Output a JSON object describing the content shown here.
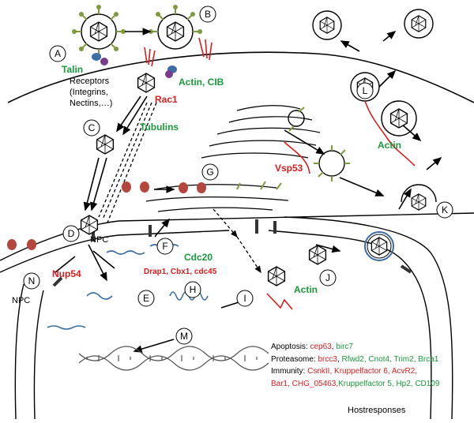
{
  "steps": [
    "A",
    "B",
    "C",
    "D",
    "E",
    "F",
    "G",
    "H",
    "I",
    "J",
    "K",
    "L",
    "M",
    "N"
  ],
  "labels": {
    "talin": "Talin",
    "receptors": [
      "Receptors",
      "(Integrins,",
      "Nectins,…)"
    ],
    "actin_cib": "Actin, CIB",
    "rac1": "Rac1",
    "tubulins": "Tubulins",
    "npc_d": "NPC",
    "npc_n": "NPC",
    "cdc20": "Cdc20",
    "drap": "Drap1, Cbx1, cdc45",
    "nup54": "Nup54",
    "vsp53": "Vsp53",
    "actin_j": "Actin",
    "actin_l": "Actin"
  },
  "legend": {
    "apoptosis": {
      "head": "Apoptosis: ",
      "red": [
        "cep63"
      ],
      "green": [
        "birc7"
      ]
    },
    "proteasome": {
      "head": "Proteasome: ",
      "red": [
        "brcc3"
      ],
      "green": [
        "Rfwd2",
        "Cnot4",
        "Trim2",
        "Brca1"
      ]
    },
    "immunity": {
      "head": "Immunity: ",
      "red_line1": "CsnkII, Kruppelfactor 6, AcvR2,",
      "red_line2": "Bar1, CHG_05463,",
      "green_line2": "Kruppelfactor 5, Hp2, CD109"
    }
  },
  "footer": "Hostresponses",
  "colors": {
    "green": "#1a9a3a",
    "red": "#d81e1e",
    "olive": "#7f9a3c",
    "blue": "#3a6ea5",
    "brown": "#b5463f"
  }
}
